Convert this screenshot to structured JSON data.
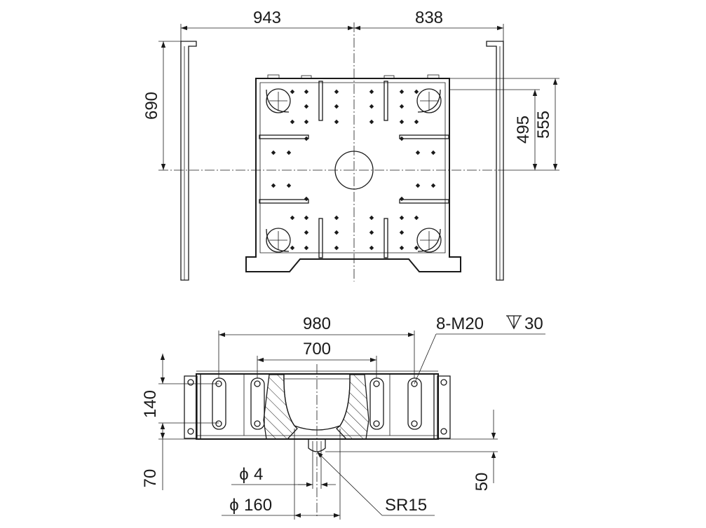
{
  "top_view": {
    "dims": {
      "left_width": "943",
      "right_width": "838",
      "left_height": "690",
      "right_inner": "495",
      "right_outer": "555"
    }
  },
  "front_view": {
    "dims": {
      "outer_width": "980",
      "inner_width": "700",
      "thread_note": "8-M20",
      "thread_depth": "30",
      "height_upper": "140",
      "height_lower": "70",
      "right_height": "50",
      "dia_small": "4",
      "dia_large": "160",
      "sphere_radius": "SR15"
    },
    "symbols": {
      "diameter": "ϕ",
      "depth_symbol": "depth-icon"
    }
  }
}
